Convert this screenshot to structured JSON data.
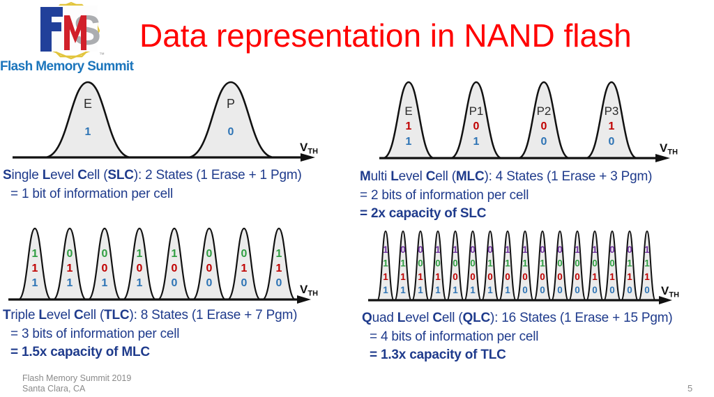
{
  "title": "Data representation in NAND flash",
  "logo": {
    "letters": [
      "F",
      "M",
      "S"
    ],
    "text": "Flash Memory Summit",
    "tm": "™"
  },
  "colors": {
    "title_red": "#FF0000",
    "caption_blue": "#1F3B8C",
    "footer_gray": "#8A8A8A",
    "logo_wordmark_blue": "#1B75BC",
    "logo_octagon_yellow": "#E2C53D",
    "logo_f_blue": "#21409A",
    "logo_m_red": "#D1202A",
    "logo_s_gray": "#ABADB0",
    "curve_fill": "#EBEBEB",
    "curve_stroke": "#111111",
    "state_label_gray": "#2B2B2B",
    "bit_red": "#C00000",
    "bit_blue": "#2E74B5",
    "bit_green": "#2F9E41",
    "bit_purple": "#7030A0"
  },
  "diagrams": {
    "slc": {
      "axis_label": {
        "main": "V",
        "sub": "TH"
      },
      "bit_colors": [
        "blue"
      ],
      "curves": [
        {
          "label": "E",
          "bits": [
            "1"
          ]
        },
        {
          "label": "P",
          "bits": [
            "0"
          ]
        }
      ],
      "caption": {
        "lines": [
          {
            "indent": false,
            "segments": [
              {
                "t": "S",
                "b": true
              },
              {
                "t": "ingle ",
                "b": false
              },
              {
                "t": "L",
                "b": true
              },
              {
                "t": "evel ",
                "b": false
              },
              {
                "t": "C",
                "b": true
              },
              {
                "t": "ell (",
                "b": false
              },
              {
                "t": "SLC",
                "b": true
              },
              {
                "t": "): 2 States (1 Erase + 1 Pgm)",
                "b": false
              }
            ]
          },
          {
            "indent": true,
            "segments": [
              {
                "t": "= 1 bit of information per cell",
                "b": false
              }
            ]
          }
        ]
      }
    },
    "mlc": {
      "axis_label": {
        "main": "V",
        "sub": "TH"
      },
      "bit_colors": [
        "red",
        "blue"
      ],
      "curves": [
        {
          "label": "E",
          "bits": [
            "1",
            "1"
          ]
        },
        {
          "label": "P1",
          "bits": [
            "0",
            "1"
          ]
        },
        {
          "label": "P2",
          "bits": [
            "0",
            "0"
          ]
        },
        {
          "label": "P3",
          "bits": [
            "1",
            "0"
          ]
        }
      ],
      "caption": {
        "lines": [
          {
            "indent": false,
            "segments": [
              {
                "t": "M",
                "b": true
              },
              {
                "t": "ulti ",
                "b": false
              },
              {
                "t": "L",
                "b": true
              },
              {
                "t": "evel ",
                "b": false
              },
              {
                "t": "C",
                "b": true
              },
              {
                "t": "ell (",
                "b": false
              },
              {
                "t": "MLC",
                "b": true
              },
              {
                "t": "): 4 States (1 Erase + 3 Pgm)",
                "b": false
              }
            ]
          },
          {
            "indent": false,
            "segments": [
              {
                "t": "= 2 bits of information per cell",
                "b": false
              }
            ]
          },
          {
            "indent": false,
            "segments": [
              {
                "t": "= 2x capacity of SLC",
                "b": true
              }
            ]
          }
        ]
      }
    },
    "tlc": {
      "axis_label": {
        "main": "V",
        "sub": "TH"
      },
      "bit_colors": [
        "green",
        "red",
        "blue"
      ],
      "curves": [
        {
          "bits": [
            "1",
            "1",
            "1"
          ]
        },
        {
          "bits": [
            "0",
            "1",
            "1"
          ]
        },
        {
          "bits": [
            "0",
            "0",
            "1"
          ]
        },
        {
          "bits": [
            "1",
            "0",
            "1"
          ]
        },
        {
          "bits": [
            "1",
            "0",
            "0"
          ]
        },
        {
          "bits": [
            "0",
            "0",
            "0"
          ]
        },
        {
          "bits": [
            "0",
            "1",
            "0"
          ]
        },
        {
          "bits": [
            "1",
            "1",
            "0"
          ]
        }
      ],
      "caption": {
        "lines": [
          {
            "indent": false,
            "segments": [
              {
                "t": "T",
                "b": true
              },
              {
                "t": "riple ",
                "b": false
              },
              {
                "t": "L",
                "b": true
              },
              {
                "t": "evel ",
                "b": false
              },
              {
                "t": "C",
                "b": true
              },
              {
                "t": "ell (",
                "b": false
              },
              {
                "t": "TLC",
                "b": true
              },
              {
                "t": "): 8 States (1 Erase + 7 Pgm)",
                "b": false
              }
            ]
          },
          {
            "indent": true,
            "segments": [
              {
                "t": "= 3 bits of information per cell",
                "b": false
              }
            ]
          },
          {
            "indent": true,
            "segments": [
              {
                "t": "= 1.5x capacity of MLC",
                "b": true
              }
            ]
          }
        ]
      }
    },
    "qlc": {
      "axis_label": {
        "main": "V",
        "sub": "TH"
      },
      "bit_colors": [
        "purple",
        "green",
        "red",
        "blue"
      ],
      "curves": [
        {
          "bits": [
            "1",
            "1",
            "1",
            "1"
          ]
        },
        {
          "bits": [
            "0",
            "1",
            "1",
            "1"
          ]
        },
        {
          "bits": [
            "0",
            "0",
            "1",
            "1"
          ]
        },
        {
          "bits": [
            "1",
            "0",
            "1",
            "1"
          ]
        },
        {
          "bits": [
            "1",
            "0",
            "0",
            "1"
          ]
        },
        {
          "bits": [
            "0",
            "0",
            "0",
            "1"
          ]
        },
        {
          "bits": [
            "0",
            "1",
            "0",
            "1"
          ]
        },
        {
          "bits": [
            "1",
            "1",
            "0",
            "1"
          ]
        },
        {
          "bits": [
            "1",
            "1",
            "0",
            "0"
          ]
        },
        {
          "bits": [
            "0",
            "1",
            "0",
            "0"
          ]
        },
        {
          "bits": [
            "0",
            "0",
            "0",
            "0"
          ]
        },
        {
          "bits": [
            "1",
            "0",
            "0",
            "0"
          ]
        },
        {
          "bits": [
            "1",
            "0",
            "1",
            "0"
          ]
        },
        {
          "bits": [
            "0",
            "0",
            "1",
            "0"
          ]
        },
        {
          "bits": [
            "0",
            "1",
            "1",
            "0"
          ]
        },
        {
          "bits": [
            "1",
            "1",
            "1",
            "0"
          ]
        }
      ],
      "caption": {
        "lines": [
          {
            "indent": false,
            "segments": [
              {
                "t": "Q",
                "b": true
              },
              {
                "t": "uad ",
                "b": false
              },
              {
                "t": "L",
                "b": true
              },
              {
                "t": "evel ",
                "b": false
              },
              {
                "t": "C",
                "b": true
              },
              {
                "t": "ell (",
                "b": false
              },
              {
                "t": "QLC",
                "b": true
              },
              {
                "t": "): 16 States (1 Erase + 15 Pgm)",
                "b": false
              }
            ]
          },
          {
            "indent": true,
            "segments": [
              {
                "t": "= 4 bits of information per cell",
                "b": false
              }
            ]
          },
          {
            "indent": true,
            "segments": [
              {
                "t": "= 1.3x capacity of TLC",
                "b": true
              }
            ]
          }
        ]
      }
    }
  },
  "footer": {
    "line1": "Flash Memory Summit 2019",
    "line2": "Santa Clara, CA",
    "page": "5"
  }
}
